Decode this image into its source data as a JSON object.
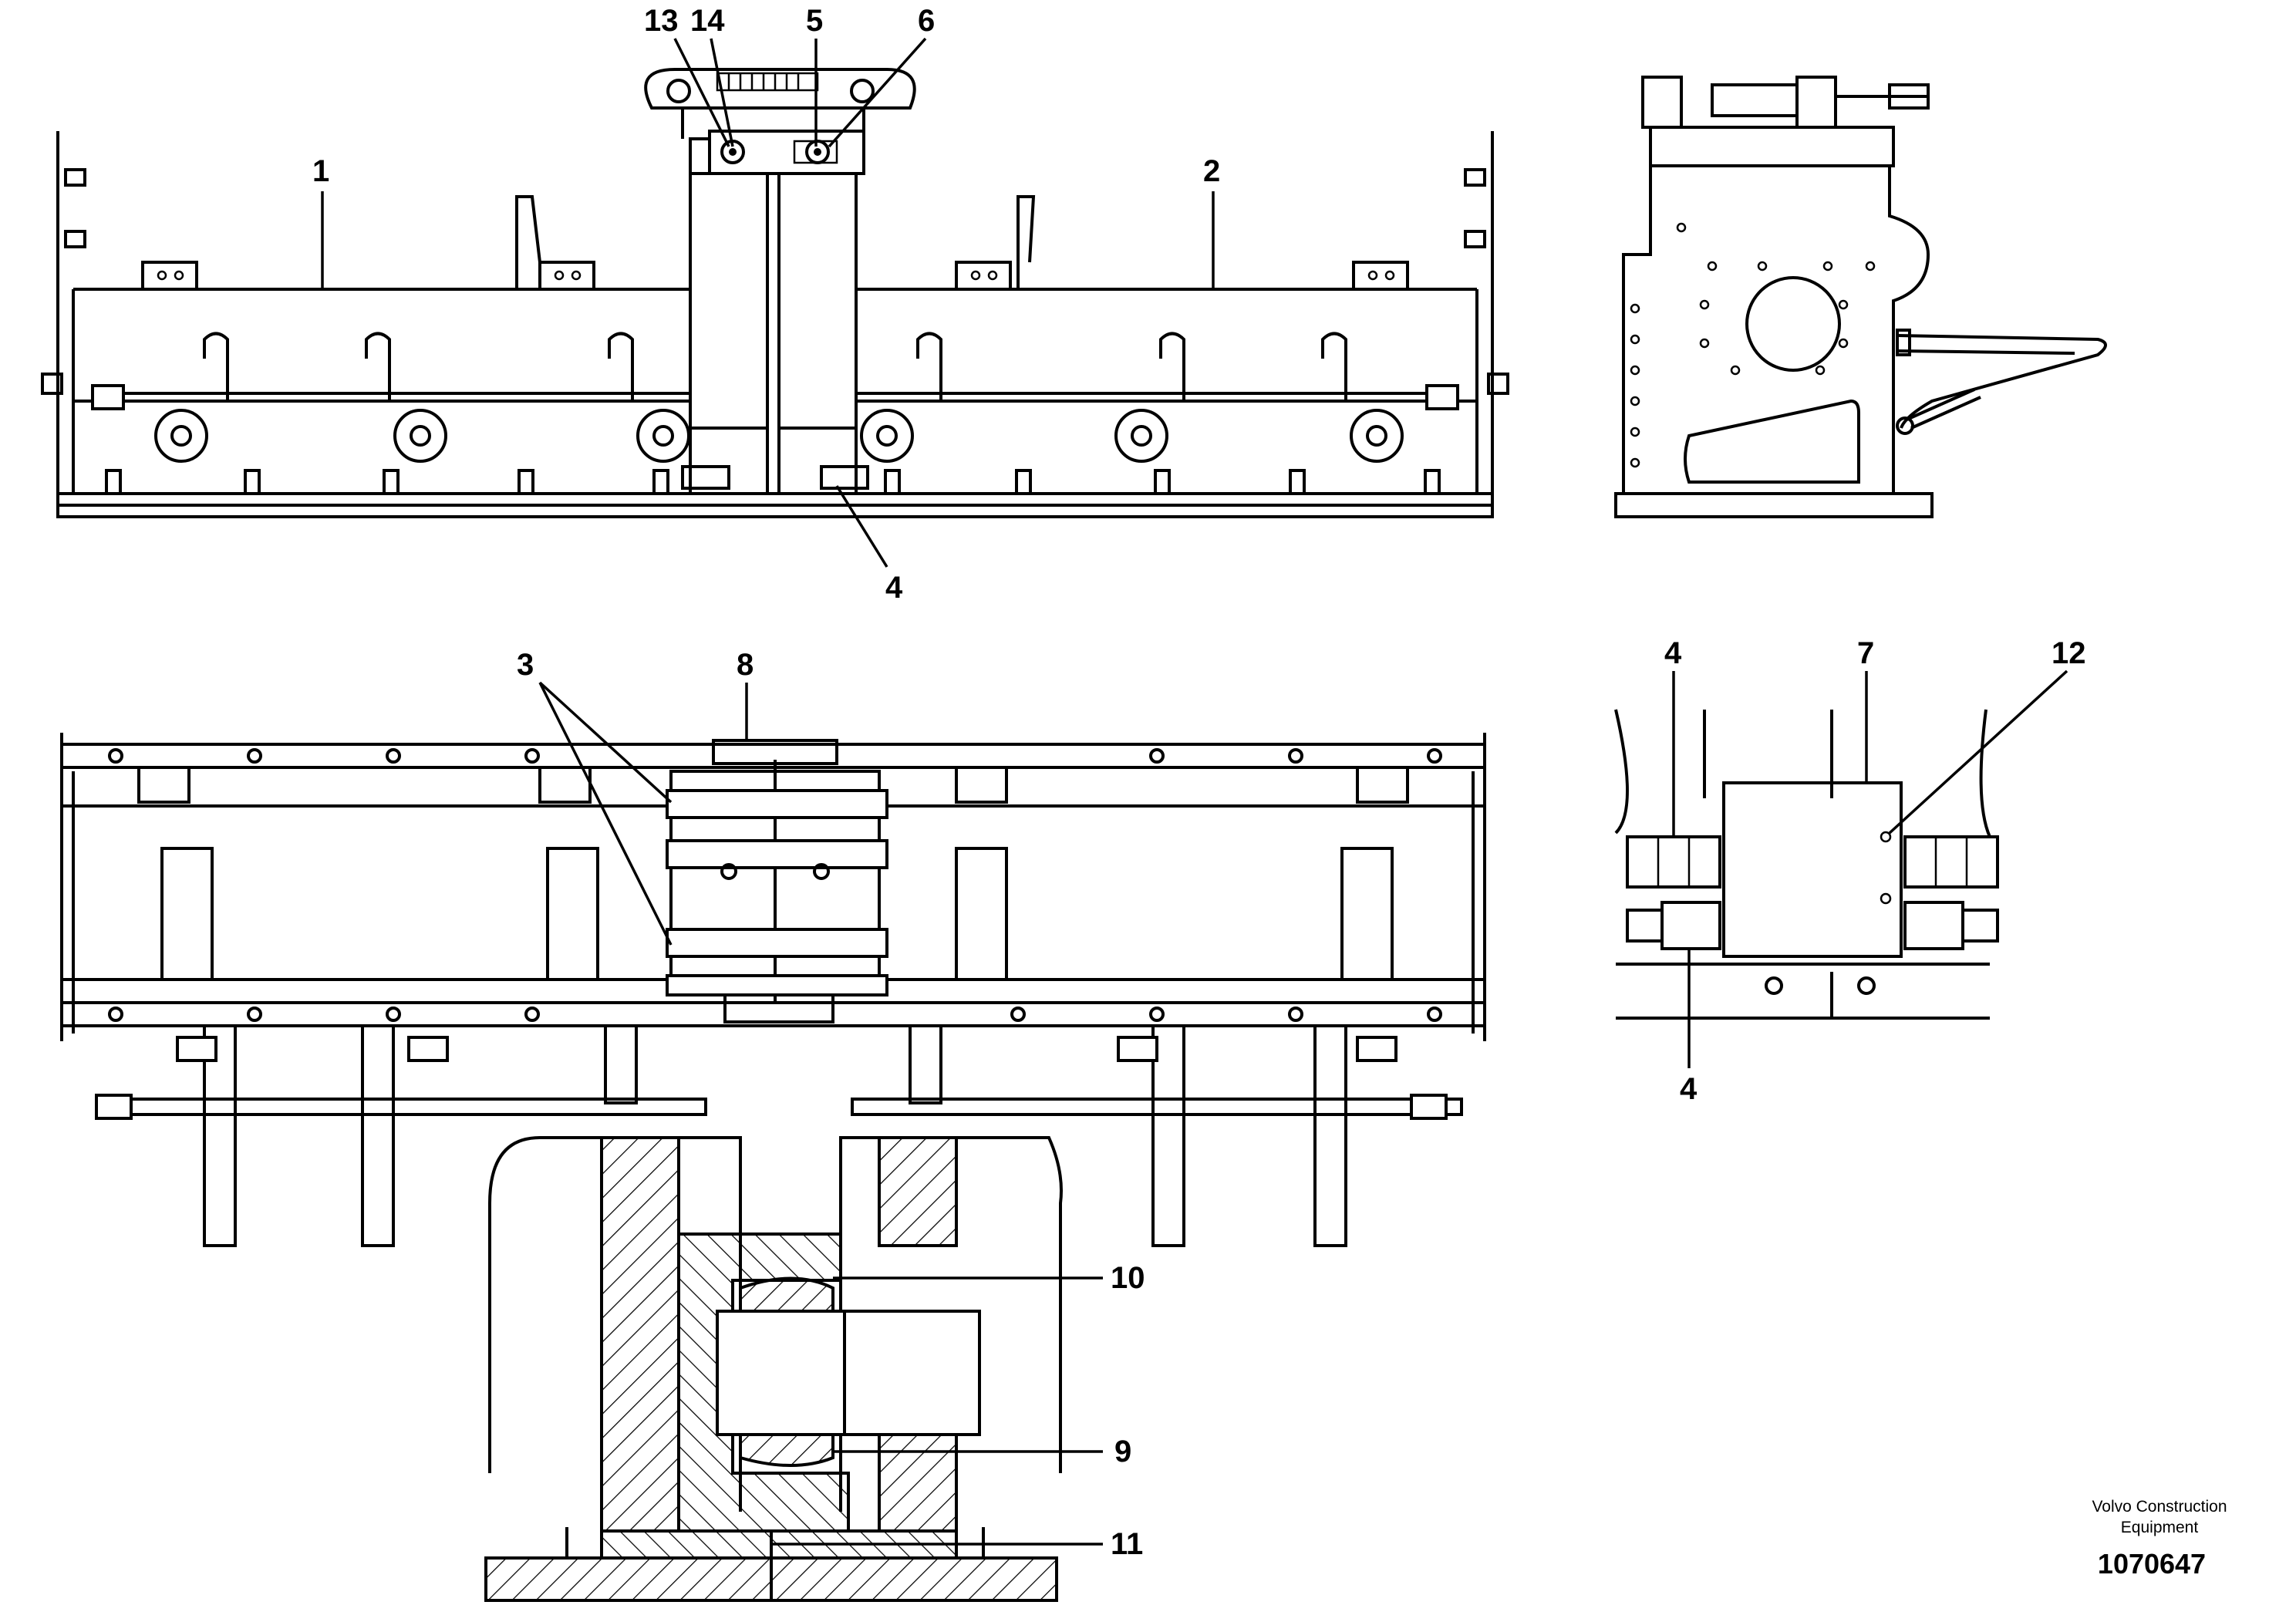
{
  "callouts": {
    "c1": "1",
    "c2": "2",
    "c3": "3",
    "c4_top": "4",
    "c4_detail_top": "4",
    "c4_detail_bottom": "4",
    "c5": "5",
    "c6": "6",
    "c7": "7",
    "c8": "8",
    "c9": "9",
    "c10": "10",
    "c11": "11",
    "c12": "12",
    "c13": "13",
    "c14": "14"
  },
  "footer": {
    "brand_line1": "Volvo Construction",
    "brand_line2": "Equipment",
    "drawing_number": "1070647"
  },
  "colors": {
    "line": "#000000",
    "background": "#ffffff"
  }
}
